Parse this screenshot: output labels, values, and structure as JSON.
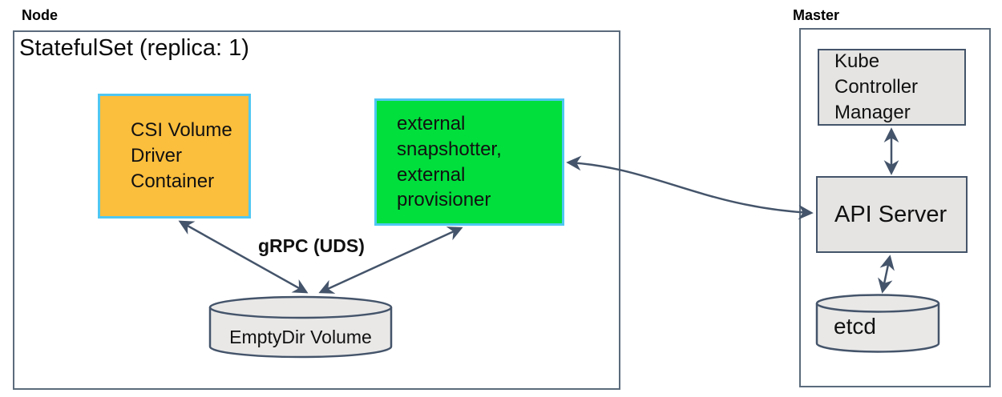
{
  "node": {
    "label": "Node",
    "statefulset_title": "StatefulSet (replica: 1)",
    "csi_driver_label": "CSI Volume\nDriver\nContainer",
    "sidecars_label": "external\nsnapshotter,\nexternal\nprovisioner",
    "grpc_label": "gRPC (UDS)",
    "emptydir_label": "EmptyDir Volume"
  },
  "master": {
    "label": "Master",
    "kube_controller_manager_label": "Kube\nController\nManager",
    "api_server_label": "API Server",
    "etcd_label": "etcd"
  },
  "colors": {
    "csi_box_fill": "#fbbe3d",
    "sidecar_box_fill": "#00df3c",
    "container_border_cyan": "#4fc7f2",
    "arrow_and_border_slate": "#44546a",
    "gray_component_fill": "#e5e4e3",
    "cylinder_fill": "#e9e8e7"
  },
  "connections": [
    {
      "from": "CSI Volume Driver Container",
      "to": "EmptyDir Volume",
      "bidirectional": true,
      "label": "gRPC (UDS)"
    },
    {
      "from": "external snapshotter, external provisioner",
      "to": "EmptyDir Volume",
      "bidirectional": true,
      "label": "gRPC (UDS)"
    },
    {
      "from": "external snapshotter, external provisioner",
      "to": "API Server",
      "bidirectional": true
    },
    {
      "from": "Kube Controller Manager",
      "to": "API Server",
      "bidirectional": true
    },
    {
      "from": "API Server",
      "to": "etcd",
      "bidirectional": true
    }
  ]
}
